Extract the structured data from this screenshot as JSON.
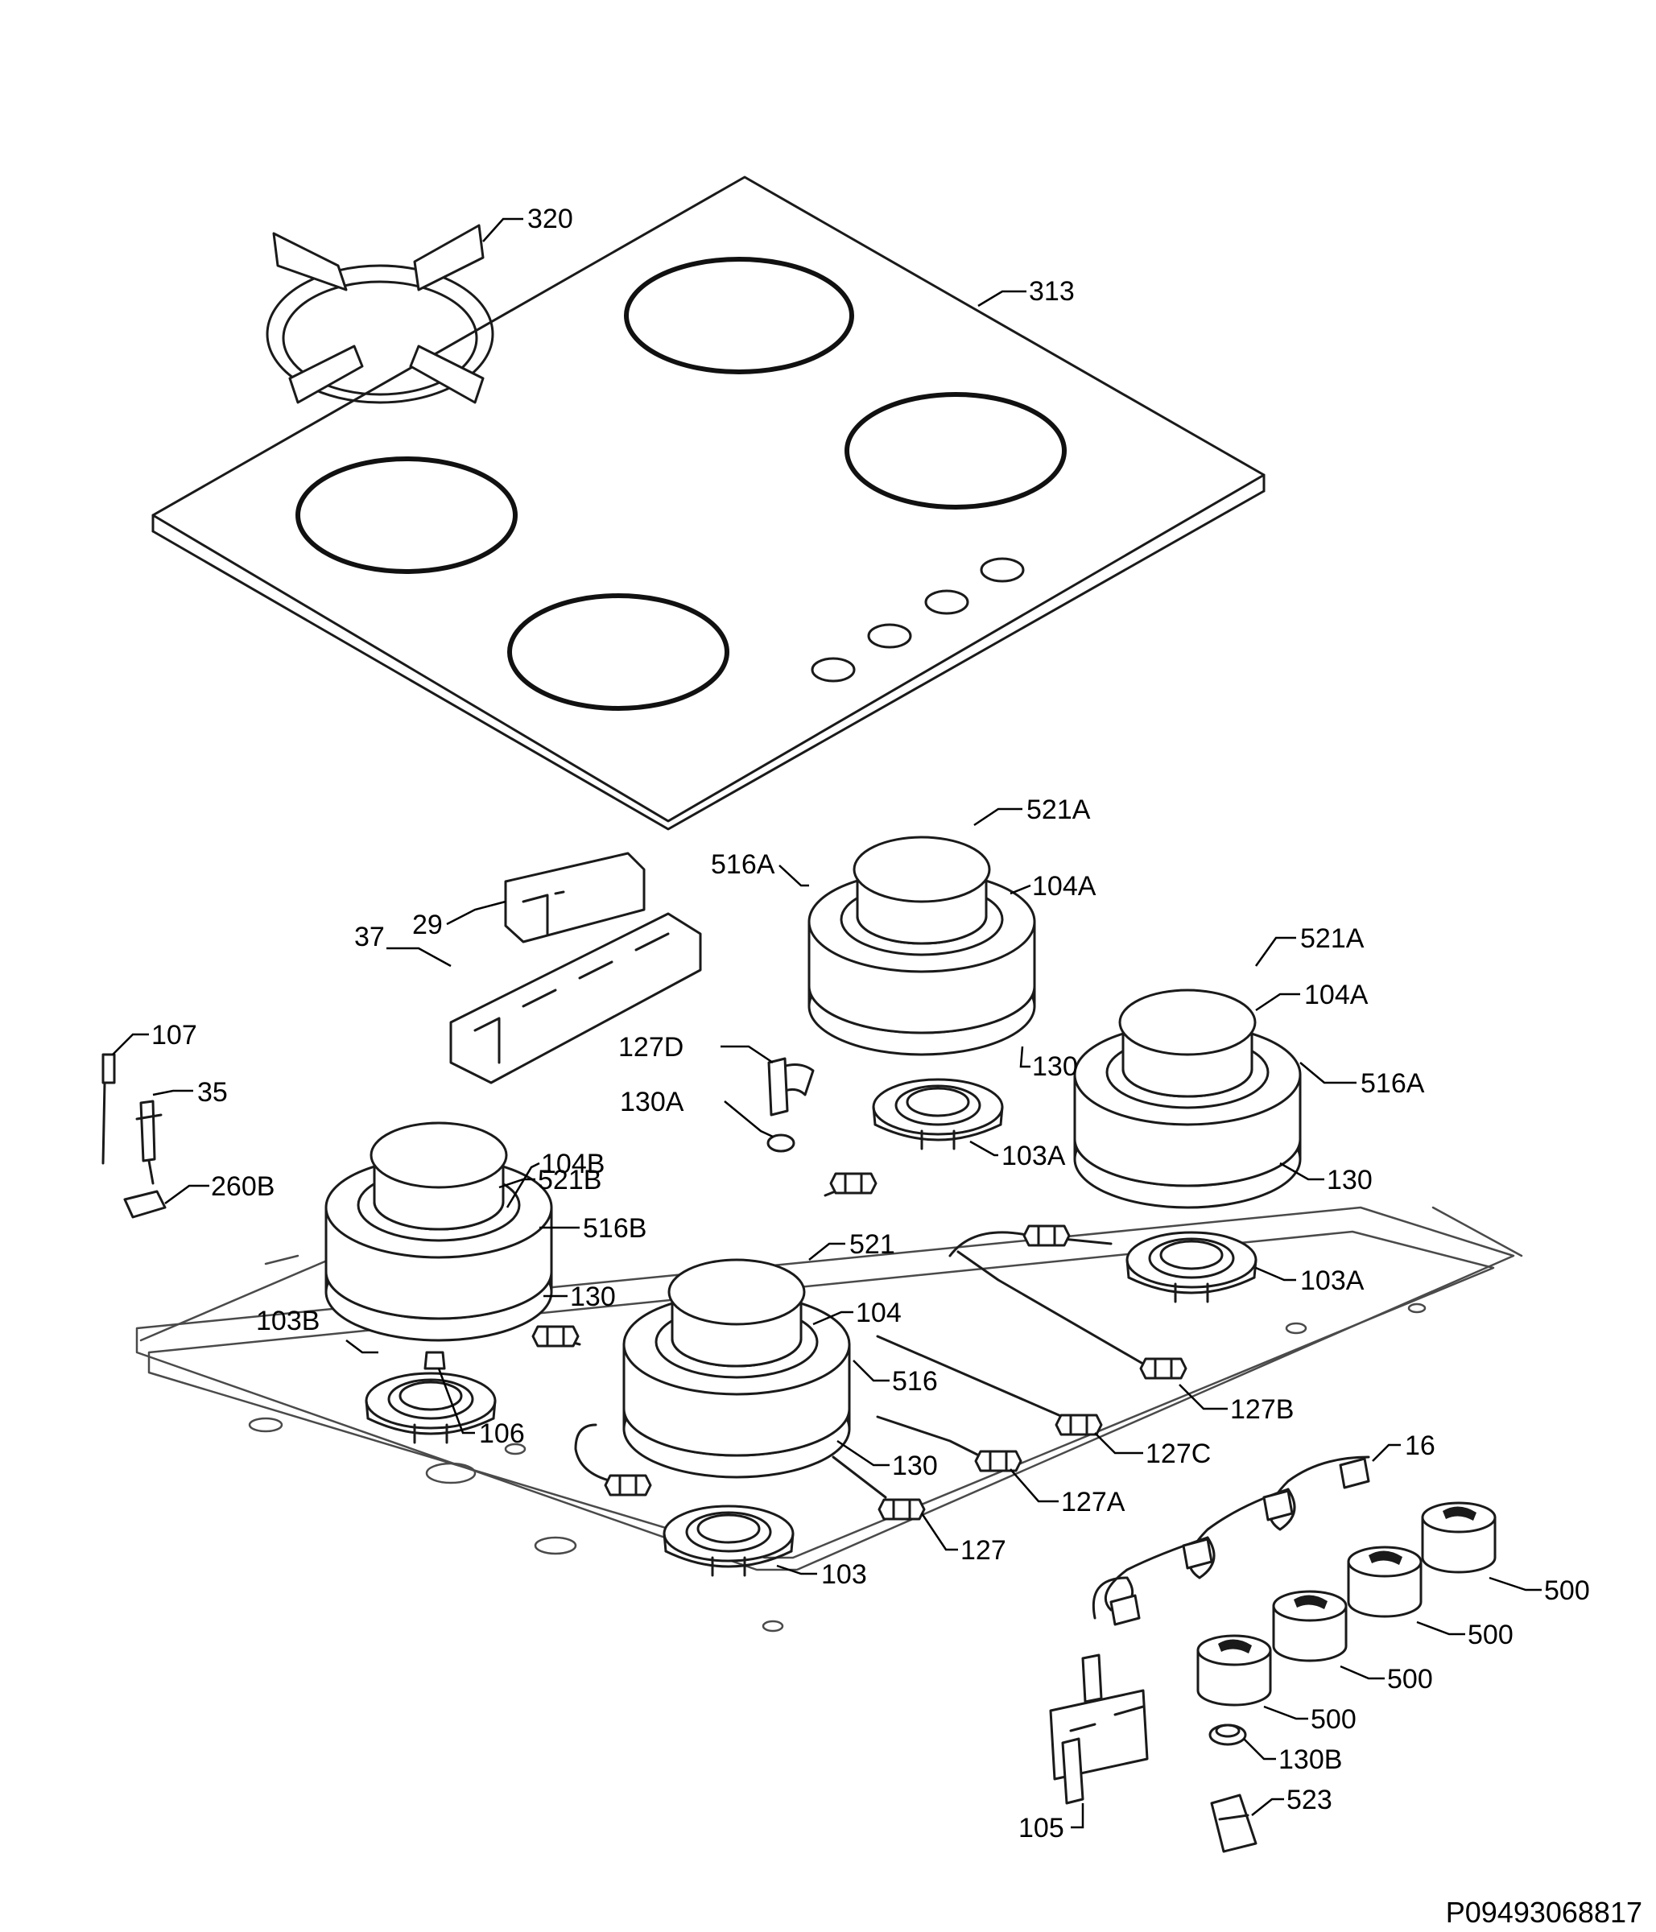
{
  "labels": {
    "320": "320",
    "313": "313",
    "521A_1": "521A",
    "516A_1": "516A",
    "104A_1": "104A",
    "29": "29",
    "37": "37",
    "107": "107",
    "35": "35",
    "127D": "127D",
    "130A": "130A",
    "103A_1": "103A",
    "130_1": "130",
    "521A_2": "521A",
    "104A_2": "104A",
    "516A_2": "516A",
    "130_2": "130",
    "103A_2": "103A",
    "260B": "260B",
    "521B": "521B",
    "104B": "104B",
    "516B": "516B",
    "130_3": "130",
    "103B": "103B",
    "106": "106",
    "521": "521",
    "104": "104",
    "516": "516",
    "130_4": "130",
    "103": "103",
    "127": "127",
    "127A": "127A",
    "127C": "127C",
    "127B": "127B",
    "16": "16",
    "500_1": "500",
    "500_2": "500",
    "500_3": "500",
    "500_4": "500",
    "130B": "130B",
    "105": "105",
    "523": "523"
  },
  "document_code": "P09493068817"
}
